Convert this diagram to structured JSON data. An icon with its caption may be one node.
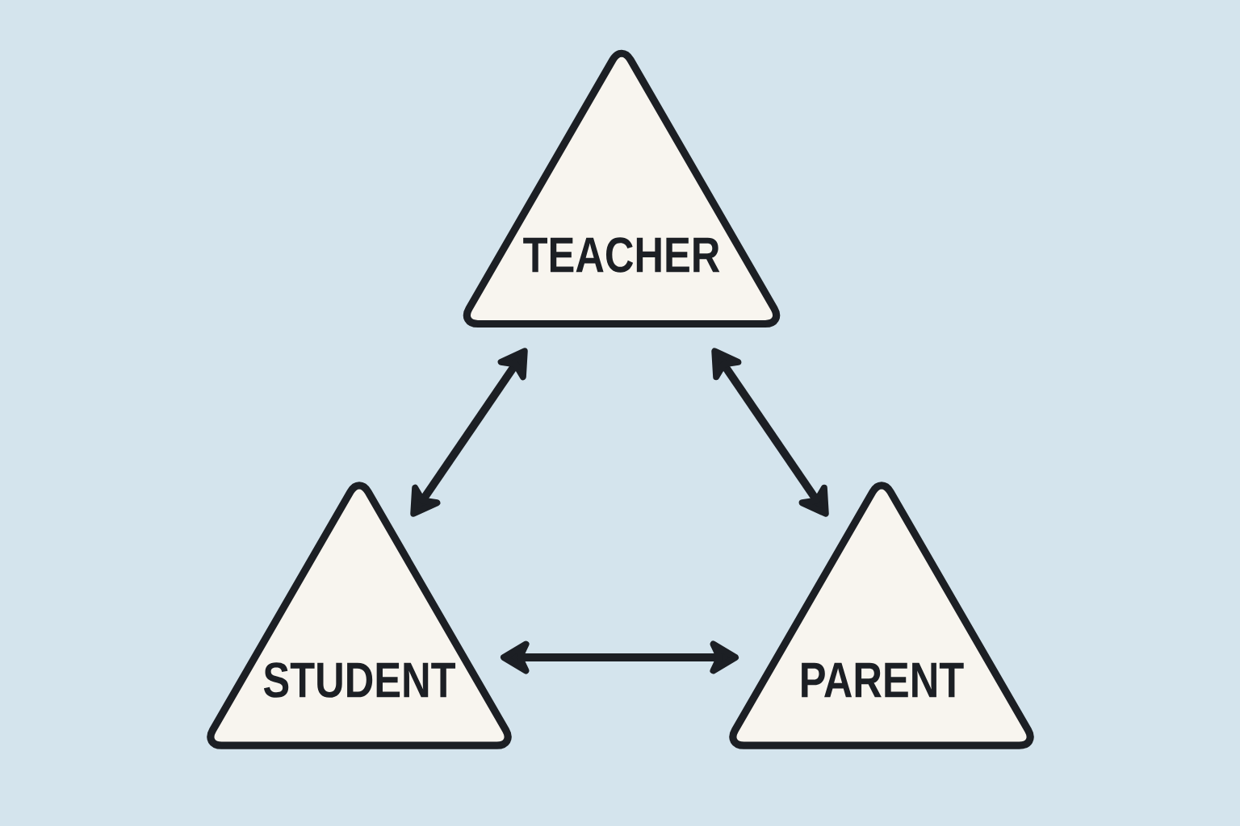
{
  "diagram": {
    "nodes": [
      {
        "text": [
          "TEACHER"
        ]
      },
      {
        "text": [
          "STUDENT"
        ]
      },
      {
        "text": [
          "PARENT"
        ]
      }
    ],
    "edges": [
      {
        "from": 0,
        "to": 1,
        "arrow": "both"
      },
      {
        "from": 0,
        "to": 2,
        "arrow": "both"
      },
      {
        "from": 1,
        "to": 2,
        "arrow": "both"
      }
    ]
  }
}
